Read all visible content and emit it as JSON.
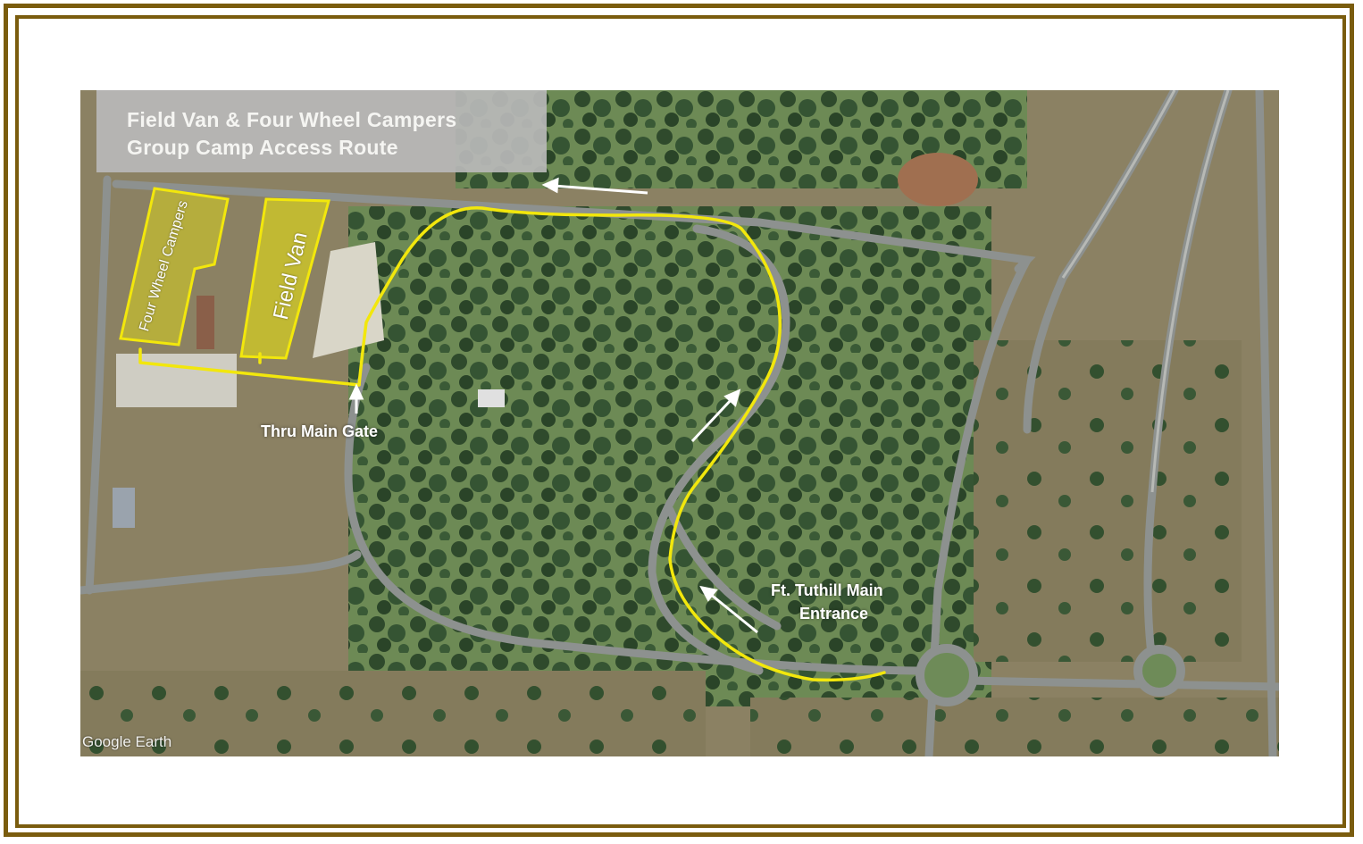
{
  "title": {
    "line1": "Field Van & Four Wheel Campers",
    "line2": "Group Camp Access Route"
  },
  "areas": {
    "four_wheel_campers": "Four Wheel Campers",
    "field_van": "Field Van"
  },
  "labels": {
    "main_gate": "Thru Main Gate",
    "entrance_line1": "Ft. Tuthill Main",
    "entrance_line2": "Entrance"
  },
  "watermark": "Google Earth",
  "colors": {
    "frame": "#7a5c0e",
    "route": "#f2e70c",
    "arrow": "#ffffff",
    "title_box": "#b9b9b9"
  },
  "icons": [
    "arrow-icon"
  ]
}
